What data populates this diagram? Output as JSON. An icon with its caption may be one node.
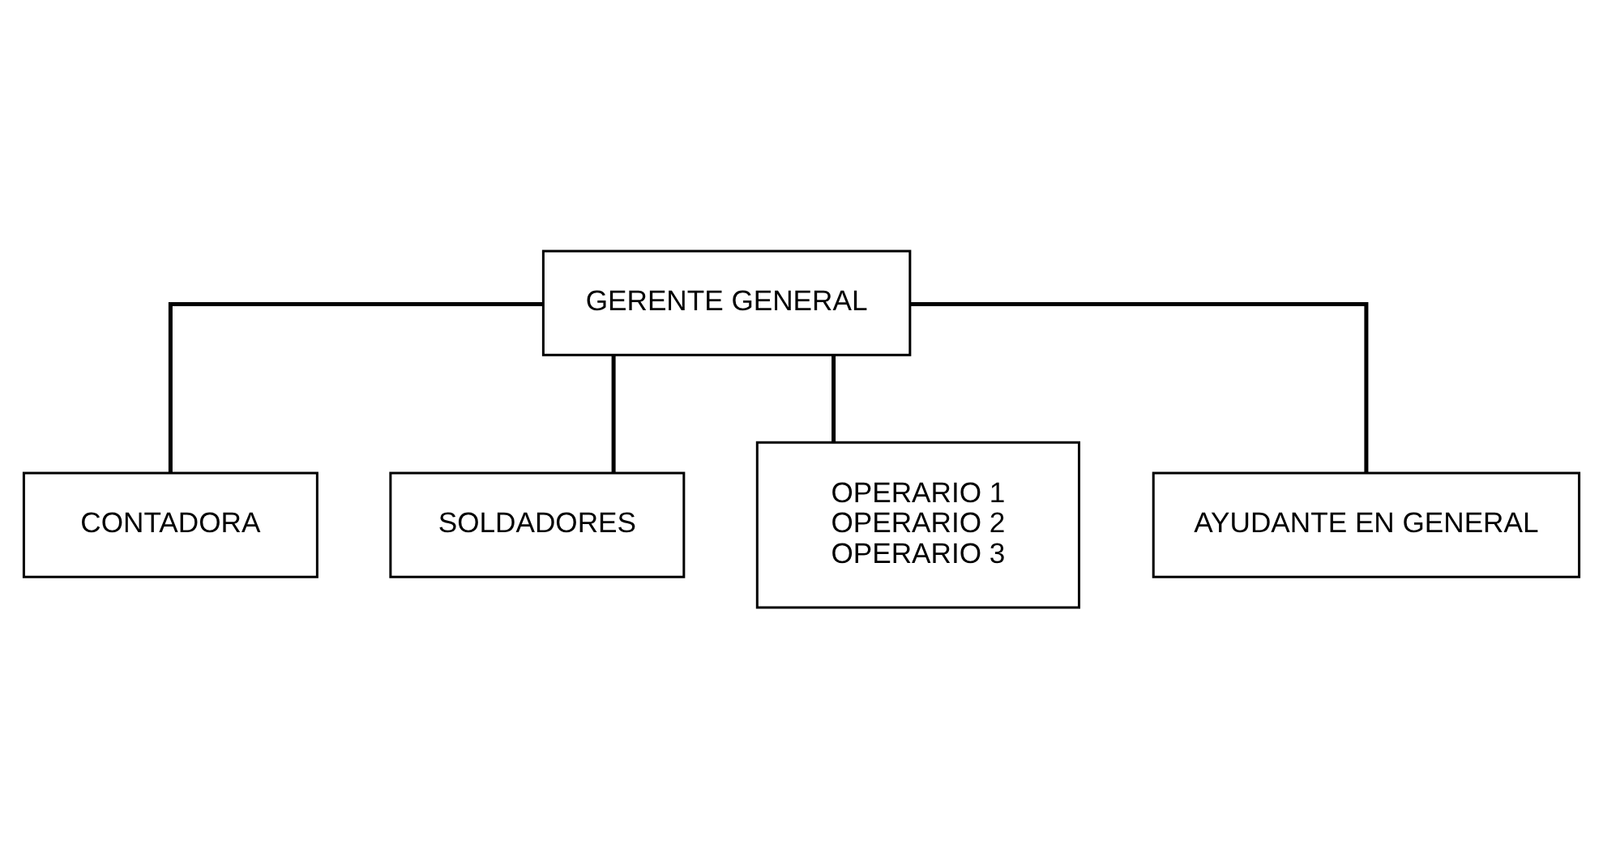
{
  "diagram": {
    "nodes": [
      {
        "text": [
          "GERENTE GENERAL"
        ]
      },
      {
        "text": [
          "CONTADORA"
        ]
      },
      {
        "text": [
          "SOLDADORES"
        ]
      },
      {
        "text": [
          "OPERARIO 1",
          "OPERARIO 2",
          "OPERARIO 3"
        ]
      },
      {
        "text": [
          "AYUDANTE EN GENERAL"
        ]
      }
    ],
    "edges": [
      {
        "from": 0,
        "to": 1,
        "arrow": "none"
      },
      {
        "from": 0,
        "to": 2,
        "arrow": "none"
      },
      {
        "from": 0,
        "to": 3,
        "arrow": "none"
      },
      {
        "from": 0,
        "to": 4,
        "arrow": "none"
      }
    ]
  }
}
